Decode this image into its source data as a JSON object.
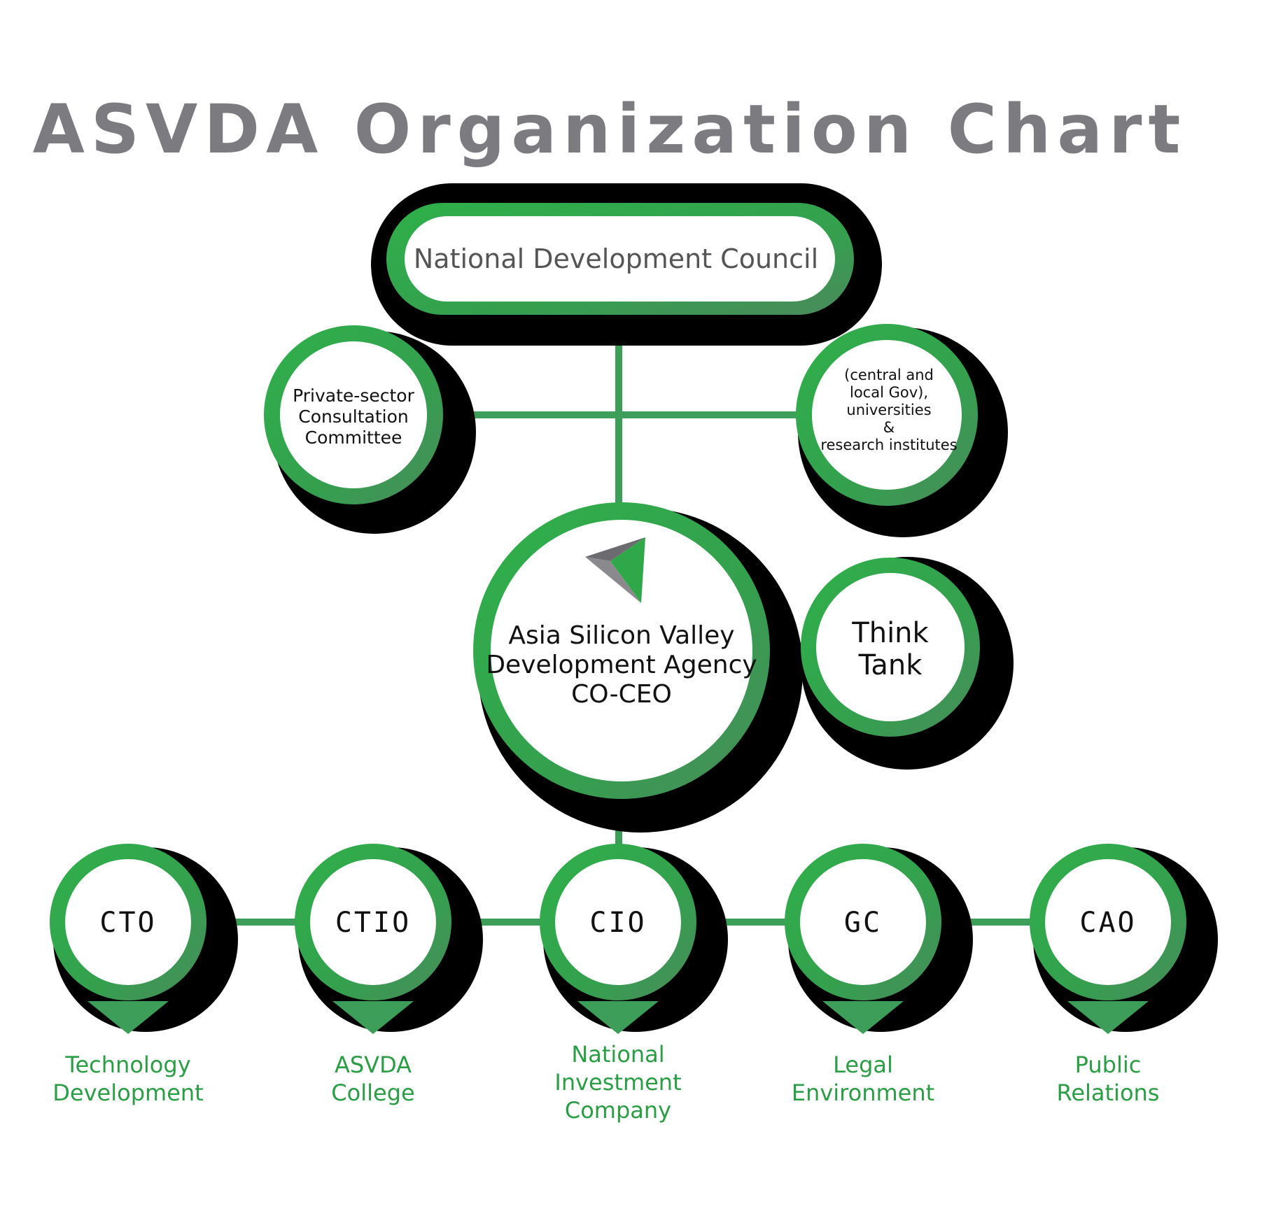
{
  "title": "ASVDA Organization Chart",
  "colors": {
    "accent_green": "#2ea043",
    "line_green": "#3c9e58",
    "dept_text_green": "#2a9d45",
    "title_gray": "#7b7b80",
    "shadow": "#000000"
  },
  "top": {
    "label": "National Development Council"
  },
  "side_left": {
    "lines": [
      "Private-sector",
      "Consultation",
      "Committee"
    ]
  },
  "side_right": {
    "lines": [
      "(central and",
      "local Gov),",
      "universities",
      "&",
      "research institutes"
    ]
  },
  "center": {
    "logo_icon": "asvda-arrow-logo-icon",
    "lines": [
      "Asia Silicon Valley",
      "Development Agency",
      "CO-CEO"
    ]
  },
  "think_tank": {
    "lines": [
      "Think",
      "Tank"
    ]
  },
  "executives": [
    {
      "label": "CTO",
      "dept_lines": [
        "Technology",
        "Development"
      ]
    },
    {
      "label": "CTIO",
      "dept_lines": [
        "ASVDA",
        "College"
      ]
    },
    {
      "label": "CIO",
      "dept_lines": [
        "National",
        "Investment",
        "Company"
      ]
    },
    {
      "label": "GC",
      "dept_lines": [
        "Legal",
        "Environment"
      ]
    },
    {
      "label": "CAO",
      "dept_lines": [
        "Public",
        "Relations"
      ]
    }
  ]
}
